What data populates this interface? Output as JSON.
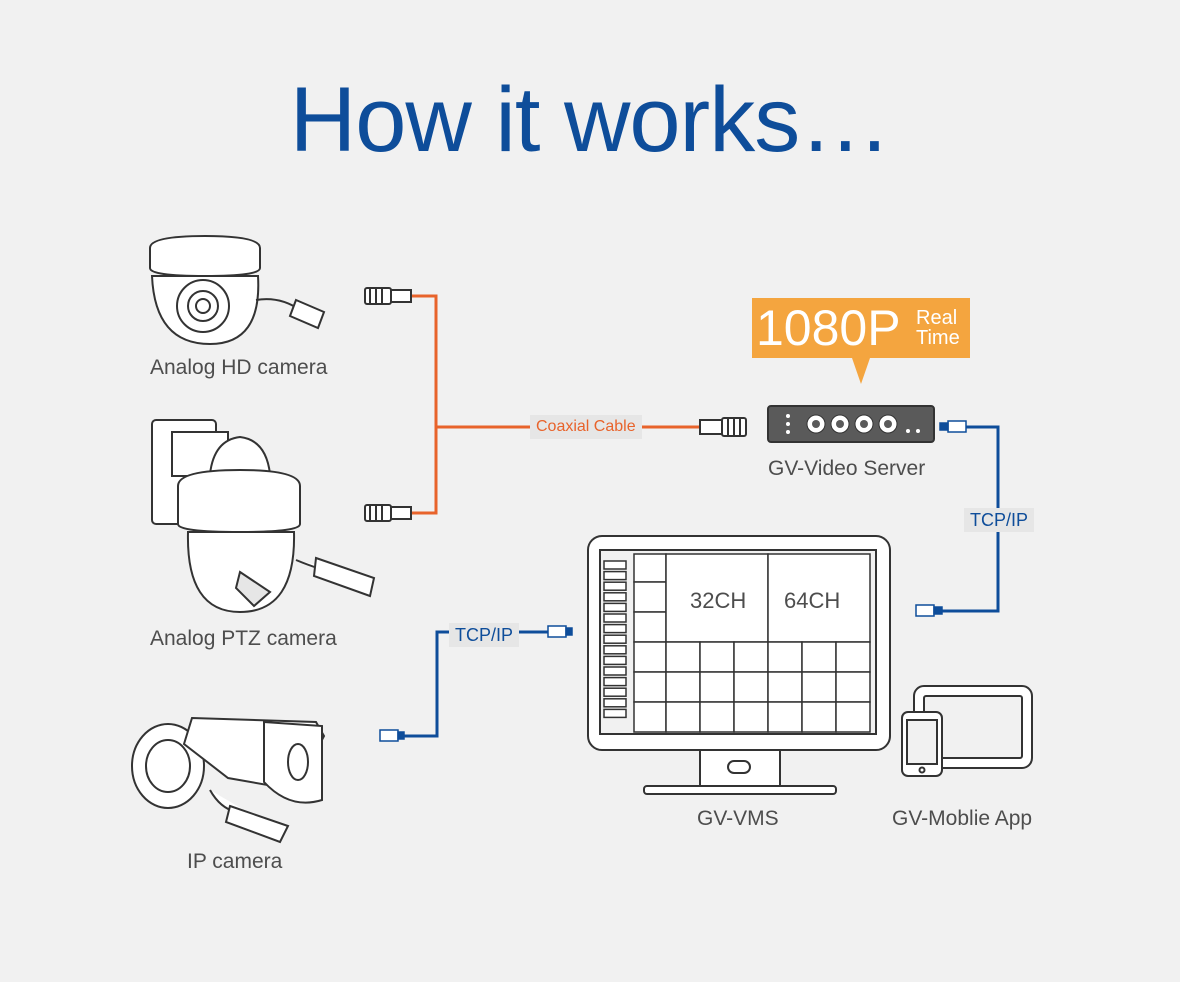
{
  "title": "How it works…",
  "cameras": {
    "analog_hd": "Analog HD camera",
    "analog_ptz": "Analog PTZ camera",
    "ip": "IP camera"
  },
  "cables": {
    "coaxial": "Coaxial Cable",
    "tcp_ip_upper": "TCP/IP",
    "tcp_ip_lower": "TCP/IP"
  },
  "badge": {
    "main": "1080P",
    "sub": "Real Time"
  },
  "video_server": "GV-Video Server",
  "vms": {
    "label": "GV-VMS",
    "ch32": "32CH",
    "ch64": "64CH"
  },
  "mobile_app": "GV-Moblie App",
  "colors": {
    "title": "#0e4d9a",
    "coaxial_line": "#e8632b",
    "tcp_line": "#0e4d9a",
    "badge": "#f4a53f"
  }
}
